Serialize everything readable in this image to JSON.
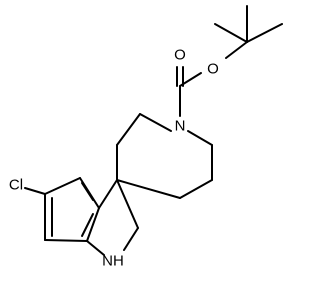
{
  "diagram": {
    "type": "chemical-structure",
    "atom_labels": {
      "oxygen_carbonyl": "O",
      "oxygen_ester": "O",
      "nitrogen_piperidine": "N",
      "chlorine": "Cl",
      "nitrogen_indoline": "NH"
    },
    "colors": {
      "bond": "#000000",
      "label": "#000000",
      "background": "#ffffff"
    }
  }
}
